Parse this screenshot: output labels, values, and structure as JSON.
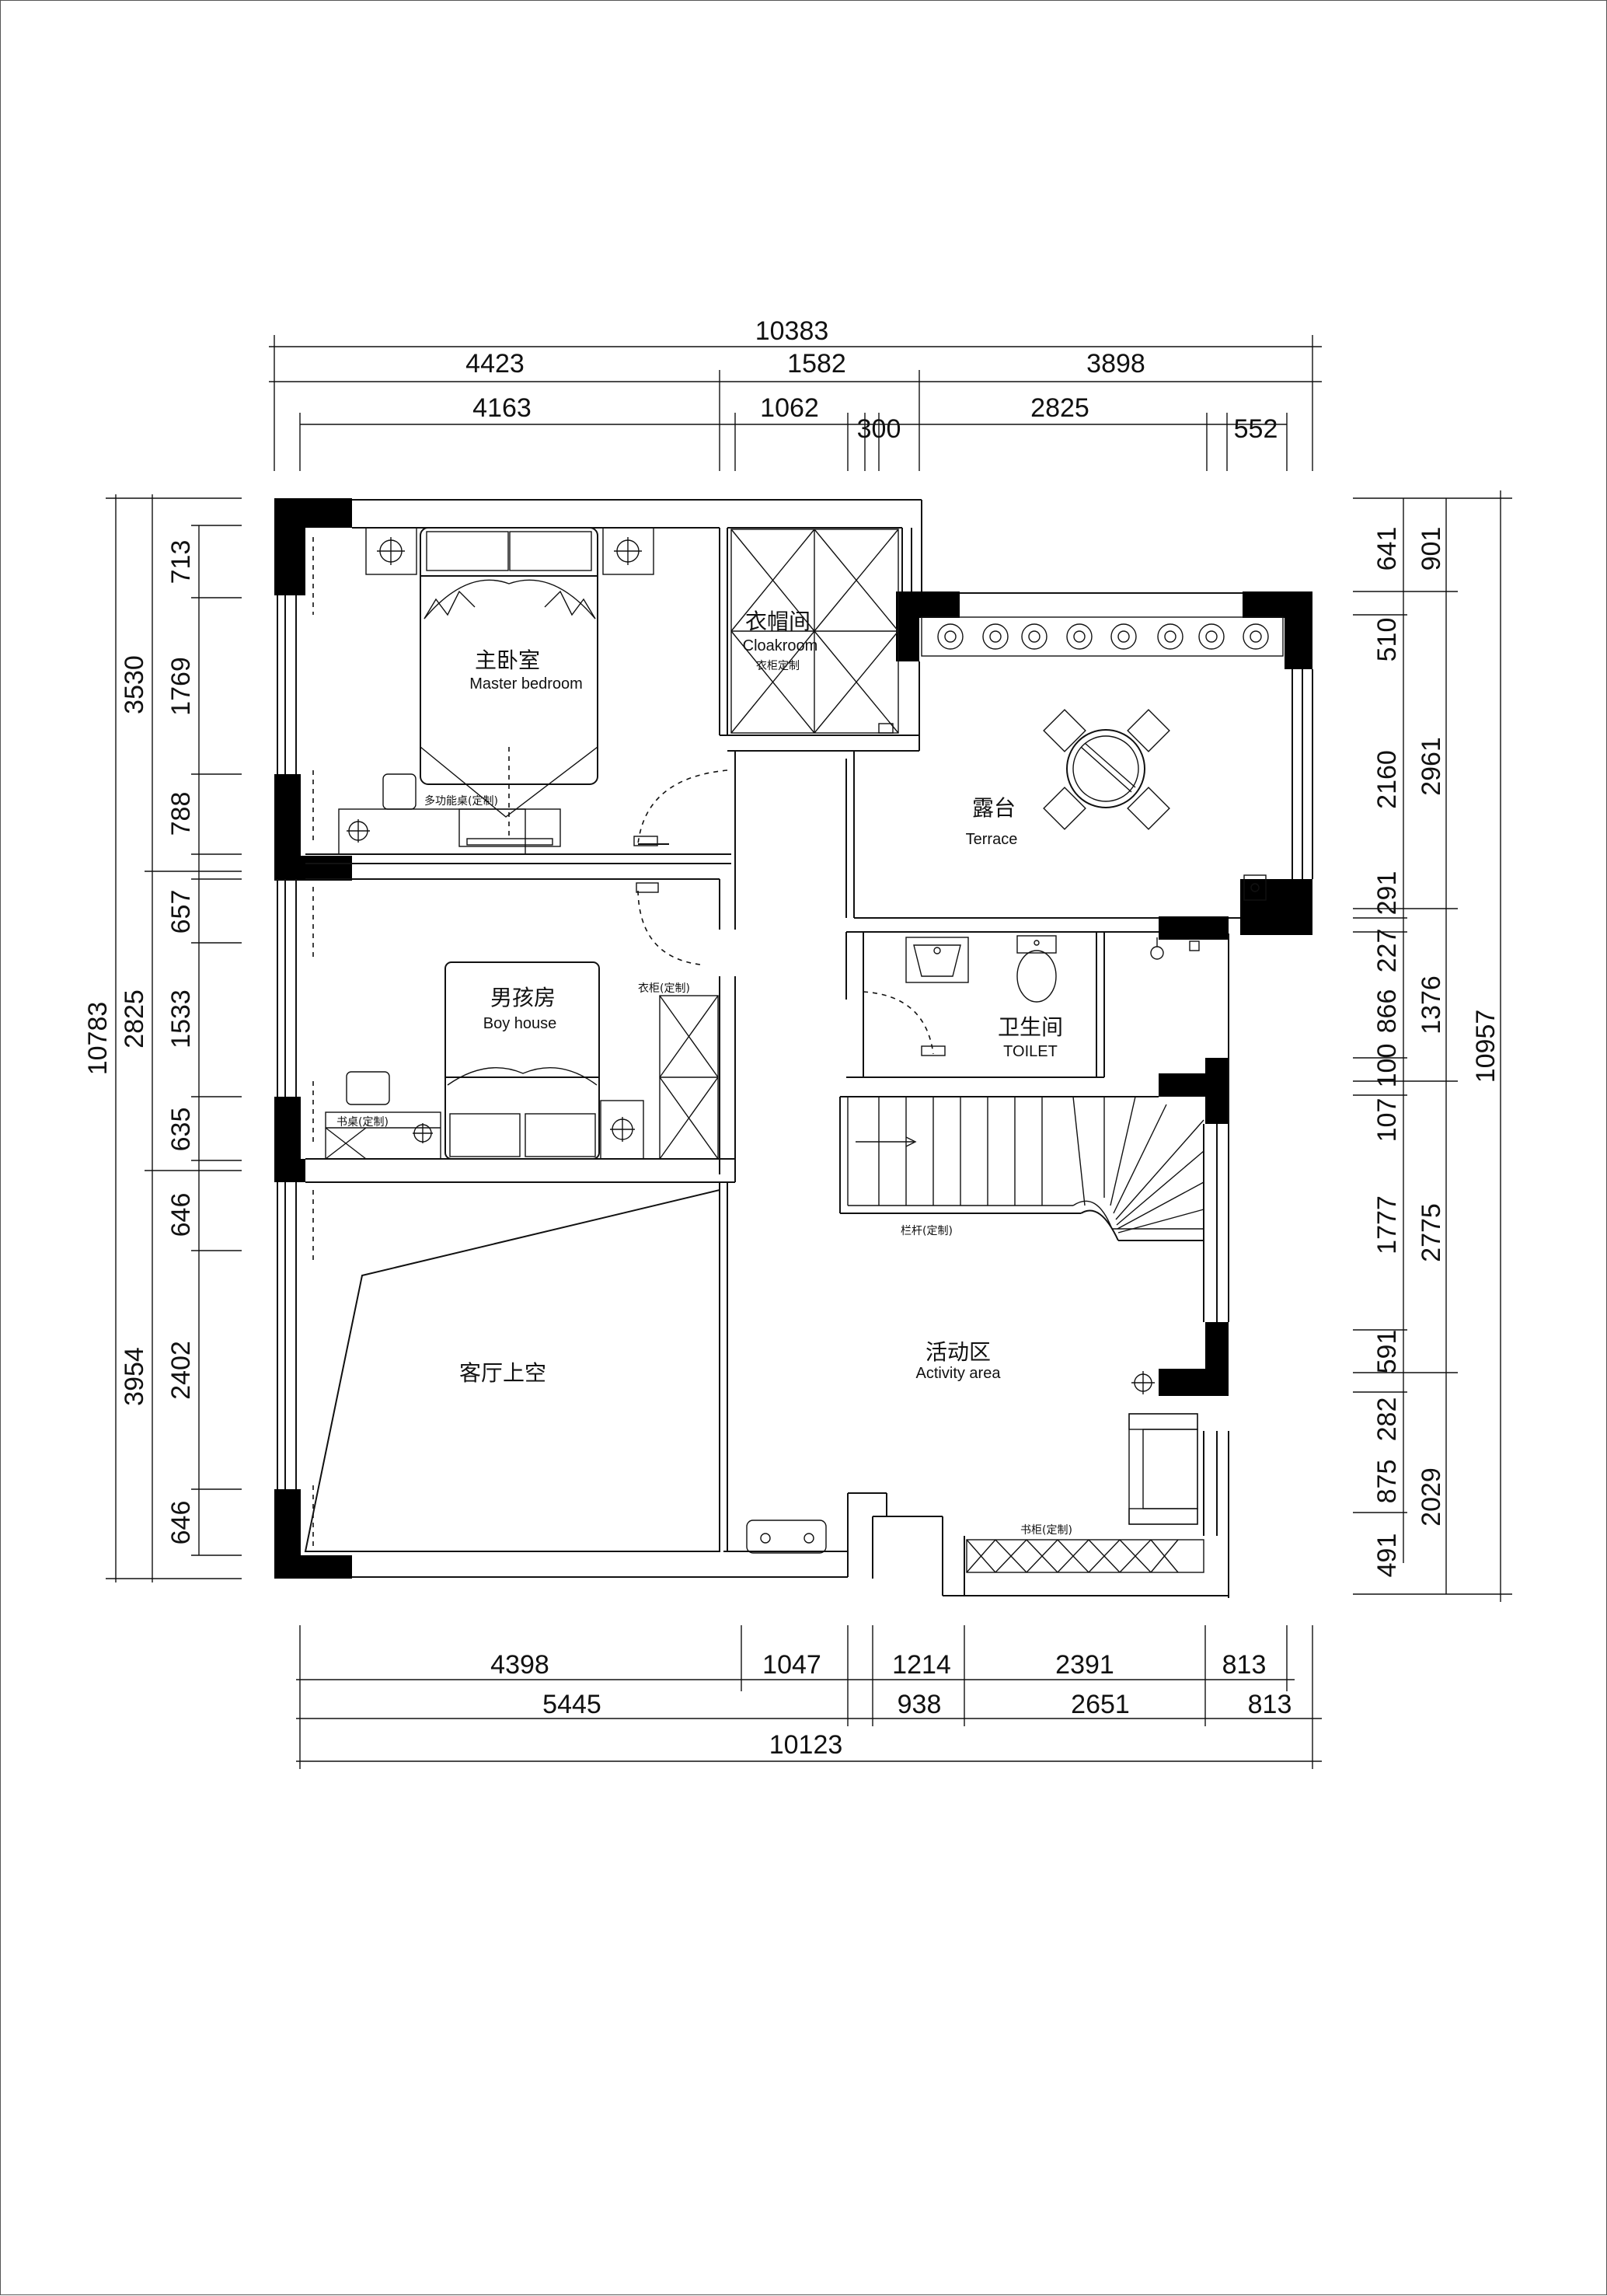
{
  "rooms": {
    "master_bedroom": {
      "cn": "主卧室",
      "en": "Master bedroom"
    },
    "cloakroom": {
      "cn": "衣帽间",
      "en": "Cloakroom",
      "note": "衣柜定制"
    },
    "terrace": {
      "cn": "露台",
      "en": "Terrace"
    },
    "boy_room": {
      "cn": "男孩房",
      "en": "Boy house"
    },
    "toilet": {
      "cn": "卫生间",
      "en": "TOILET"
    },
    "living_void": {
      "cn": "客厅上空"
    },
    "activity": {
      "cn": "活动区",
      "en": "Activity area"
    }
  },
  "notes": {
    "multi_desk": "多功能桌(定制)",
    "wardrobe": "衣柜(定制)",
    "desk": "书桌(定制)",
    "railing": "栏杆(定制)",
    "bookcase": "书柜(定制)"
  },
  "dimensions": {
    "top_overall": "10383",
    "top_row2": [
      "4423",
      "1582",
      "3898"
    ],
    "top_row3": [
      "4163",
      "1062",
      "300",
      "2825",
      "552"
    ],
    "left_overall": "10783",
    "left_row2": [
      "3530",
      "2825",
      "3954"
    ],
    "left_row3": [
      "713",
      "1769",
      "788",
      "657",
      "1533",
      "635",
      "646",
      "2402",
      "646"
    ],
    "right_overall": "10957",
    "right_row2": [
      "901",
      "2961",
      "1376",
      "2775",
      "2029"
    ],
    "right_row3": [
      "641",
      "510",
      "2160",
      "291",
      "227",
      "866",
      "100",
      "107",
      "1777",
      "591",
      "282",
      "875",
      "491"
    ],
    "bottom_row1": [
      "4398",
      "1047",
      "1214",
      "2391",
      "813"
    ],
    "bottom_row2": [
      "5445",
      "938",
      "2651",
      "813"
    ],
    "bottom_overall": "10123"
  }
}
